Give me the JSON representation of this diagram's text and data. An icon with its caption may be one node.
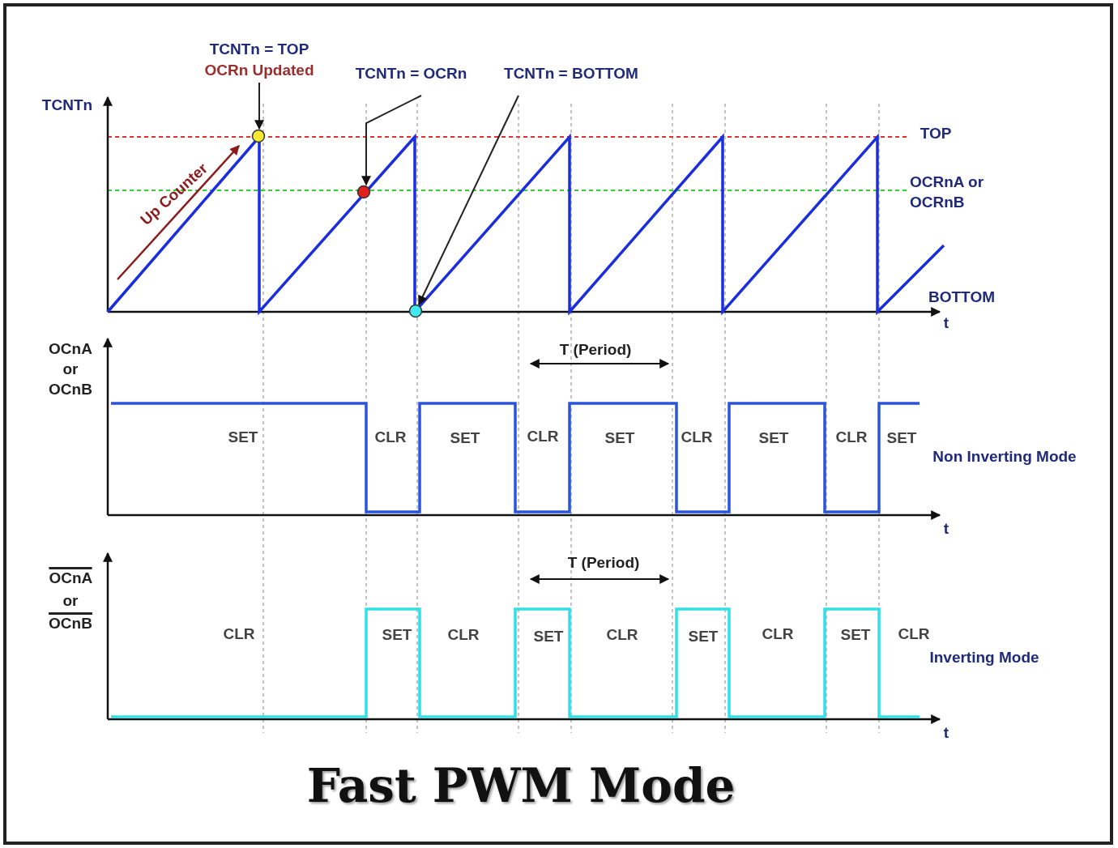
{
  "diagram": {
    "title": "Fast PWM Mode",
    "nodes": [
      {
        "text": [
          "TCNTn = TOP",
          "OCRn Updated"
        ]
      },
      {
        "text": [],
        "shape": "circle"
      },
      {
        "text": [
          "TCNTn = OCRn"
        ]
      },
      {
        "text": [],
        "shape": "circle"
      },
      {
        "text": [
          "TCNTn = BOTTOM"
        ]
      },
      {
        "text": [],
        "shape": "circle"
      }
    ],
    "edges": [
      {
        "from": 0,
        "to": 1,
        "arrow": "to"
      },
      {
        "from": 2,
        "to": 3,
        "arrow": "to"
      },
      {
        "from": 4,
        "to": 5,
        "arrow": "to"
      }
    ],
    "labels": [
      "TCNTn",
      "Up Counter",
      "TOP",
      "OCRnA or OCRnB",
      "BOTTOM",
      "t",
      "OCnA or OCnB",
      "T (Period)",
      "SET",
      "CLR",
      "SET",
      "CLR",
      "SET",
      "CLR",
      "SET",
      "CLR",
      "SET",
      "Non Inverting Mode",
      "t",
      "OCnA or OCnB",
      "T (Period)",
      "CLR",
      "SET",
      "CLR",
      "SET",
      "CLR",
      "SET",
      "CLR",
      "SET",
      "CLR",
      "Inverting Mode",
      "t"
    ]
  }
}
